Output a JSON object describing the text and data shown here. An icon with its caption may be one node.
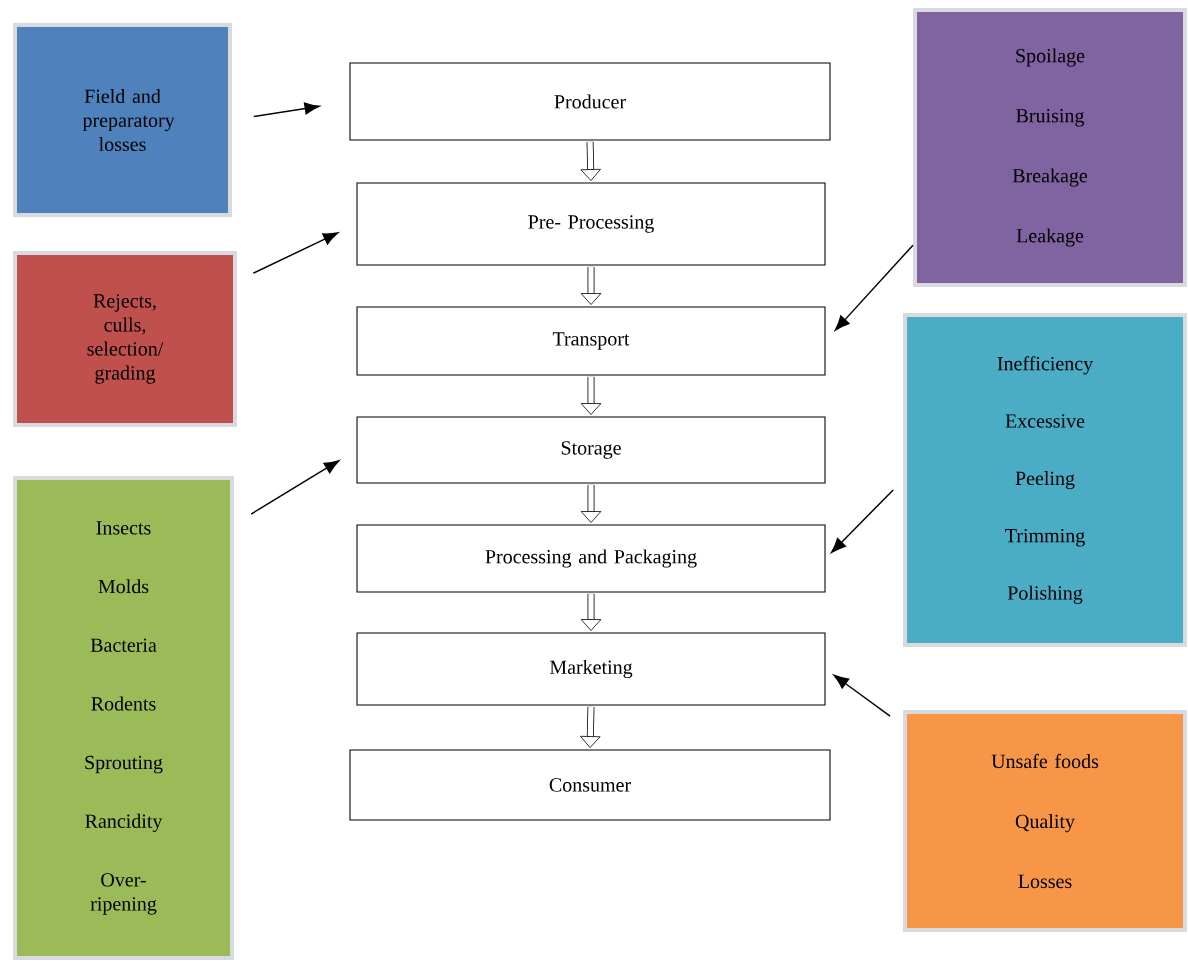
{
  "diagram": {
    "nodes": [
      {
        "text": [
          "Field and preparatory losses"
        ]
      },
      {
        "text": [
          "Rejects, culls, selection/ grading"
        ]
      },
      {
        "text": [
          "Insects",
          "Molds",
          "Bacteria",
          "Rodents",
          "Sprouting",
          "Rancidity",
          "Over- ripening"
        ]
      },
      {
        "text": [
          "Producer"
        ]
      },
      {
        "text": [
          "Pre- Processing"
        ]
      },
      {
        "text": [
          "Transport"
        ]
      },
      {
        "text": [
          "Storage"
        ]
      },
      {
        "text": [
          "Processing and Packaging"
        ]
      },
      {
        "text": [
          "Marketing"
        ]
      },
      {
        "text": [
          "Consumer"
        ]
      },
      {
        "text": [
          "Spoilage",
          "Bruising",
          "Breakage",
          "Leakage"
        ]
      },
      {
        "text": [
          "Inefficiency",
          "Excessive",
          "Peeling",
          "Trimming",
          "Polishing"
        ]
      },
      {
        "text": [
          "Unsafe foods",
          "Quality",
          "Losses"
        ]
      }
    ],
    "edges": [
      {
        "from": 0,
        "to": 3,
        "arrow": "to"
      },
      {
        "from": 1,
        "to": 4,
        "arrow": "to"
      },
      {
        "from": 2,
        "to": 6,
        "arrow": "to"
      },
      {
        "from": 10,
        "to": 5,
        "arrow": "to"
      },
      {
        "from": 11,
        "to": 7,
        "arrow": "to"
      },
      {
        "from": 12,
        "to": 8,
        "arrow": "to"
      },
      {
        "from": 3,
        "to": 4,
        "arrow": "to",
        "style": "thick"
      },
      {
        "from": 4,
        "to": 5,
        "arrow": "to",
        "style": "thick"
      },
      {
        "from": 5,
        "to": 6,
        "arrow": "to",
        "style": "thick"
      },
      {
        "from": 6,
        "to": 7,
        "arrow": "to",
        "style": "thick"
      },
      {
        "from": 7,
        "to": 8,
        "arrow": "to",
        "style": "thick"
      },
      {
        "from": 8,
        "to": 9,
        "arrow": "to",
        "style": "thick"
      }
    ]
  }
}
